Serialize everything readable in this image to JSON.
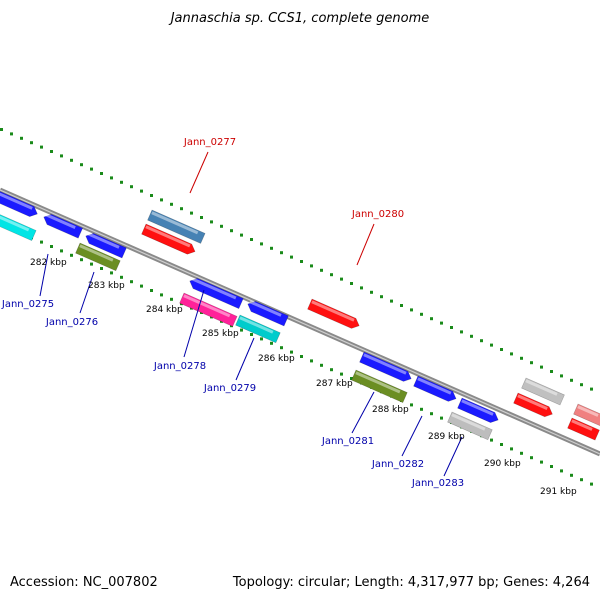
{
  "title": "Jannaschia sp. CCS1, complete genome",
  "footer": {
    "accession": "Accession: NC_007802",
    "summary": "Topology: circular; Length: 4,317,977 bp; Genes: 4,264"
  },
  "colors": {
    "backbone": "#8a8a8a",
    "tick": "#1a8a1a",
    "label_forward": "#cc0000",
    "label_reverse": "#0000aa"
  },
  "ticks": [
    "282 kbp",
    "283 kbp",
    "284 kbp",
    "285 kbp",
    "286 kbp",
    "287 kbp",
    "288 kbp",
    "289 kbp",
    "290 kbp",
    "291 kbp"
  ],
  "labels": [
    {
      "name": "Jann_0277",
      "strand": "forward"
    },
    {
      "name": "Jann_0280",
      "strand": "forward"
    },
    {
      "name": "Jann_0275",
      "strand": "reverse"
    },
    {
      "name": "Jann_0276",
      "strand": "reverse"
    },
    {
      "name": "Jann_0278",
      "strand": "reverse"
    },
    {
      "name": "Jann_0279",
      "strand": "reverse"
    },
    {
      "name": "Jann_0281",
      "strand": "reverse"
    },
    {
      "name": "Jann_0282",
      "strand": "reverse"
    },
    {
      "name": "Jann_0283",
      "strand": "reverse"
    }
  ],
  "features": [
    {
      "color": "#1a1aff",
      "direction": "right"
    },
    {
      "color": "#00e5e5",
      "direction": "left"
    },
    {
      "color": "#1a1aff",
      "direction": "left"
    },
    {
      "color": "#1a1aff",
      "direction": "left"
    },
    {
      "color": "#6b8e23",
      "direction": "none"
    },
    {
      "color": "#4682b4",
      "direction": "none"
    },
    {
      "color": "#ff1010",
      "direction": "right"
    },
    {
      "color": "#1a1aff",
      "direction": "left"
    },
    {
      "color": "#ff2299",
      "direction": "none"
    },
    {
      "color": "#1a1aff",
      "direction": "left"
    },
    {
      "color": "#00cccc",
      "direction": "none"
    },
    {
      "color": "#ff1010",
      "direction": "right"
    },
    {
      "color": "#1a1aff",
      "direction": "right"
    },
    {
      "color": "#6b8e23",
      "direction": "none"
    },
    {
      "color": "#1a1aff",
      "direction": "right"
    },
    {
      "color": "#1a1aff",
      "direction": "right"
    },
    {
      "color": "#bdbdbd",
      "direction": "none"
    },
    {
      "color": "#c0c0c0",
      "direction": "none"
    },
    {
      "color": "#ff1010",
      "direction": "right"
    },
    {
      "color": "#f08080",
      "direction": "none"
    },
    {
      "color": "#ff1010",
      "direction": "none"
    }
  ]
}
